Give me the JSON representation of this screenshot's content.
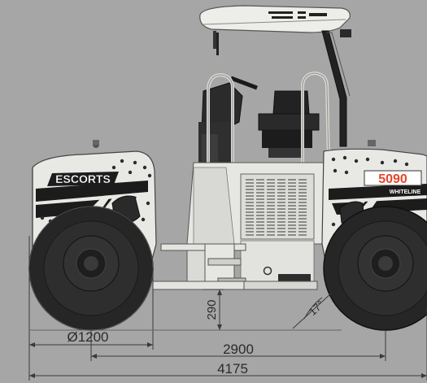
{
  "machine": {
    "brand": "ESCORTS",
    "model": "5090",
    "model_line": "WHITELINE"
  },
  "dimensions": {
    "drum_diameter": "Ø1200",
    "wheelbase": "2900",
    "overall_length": "4175",
    "ground_clearance": "290",
    "angle": "17°"
  },
  "colors": {
    "background": "#a6a6a6",
    "body": "#e9e9e6",
    "dark": "#1f1f1f",
    "model_accent": "#e8462a",
    "dimension_line": "#3a3a3a"
  }
}
